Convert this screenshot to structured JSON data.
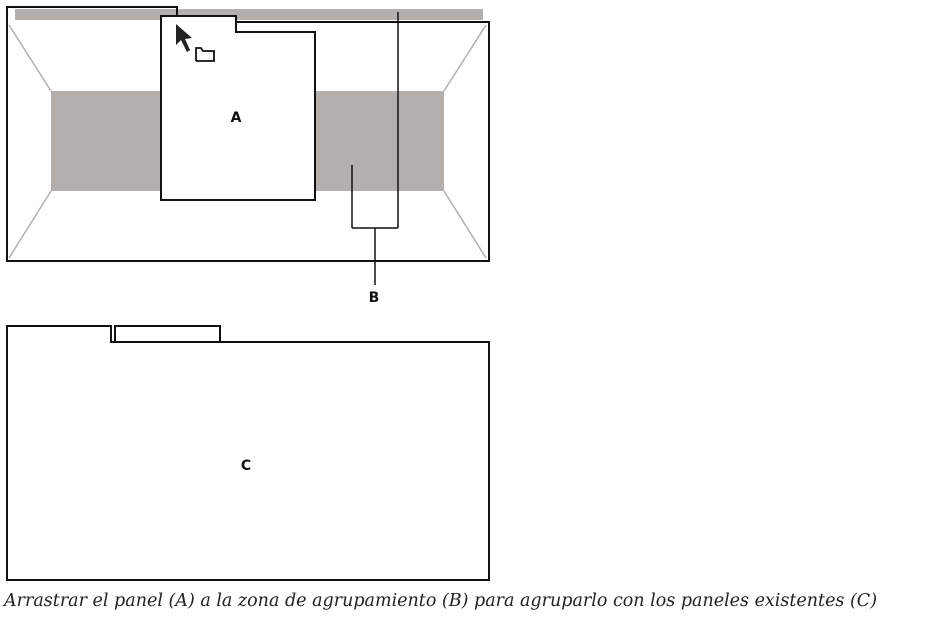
{
  "labels": {
    "a": "A",
    "b": "B",
    "c": "C"
  },
  "caption": "Arrastrar el panel (A) a la zona de agrupamiento (B) para agruparlo con los paneles existentes (C)",
  "icons": {
    "cursor": "arrow-cursor-icon",
    "folder": "folder-icon"
  },
  "colors": {
    "drop_zone": "#b3afac",
    "stroke": "#111111",
    "diagonal": "#b0b0b0"
  }
}
